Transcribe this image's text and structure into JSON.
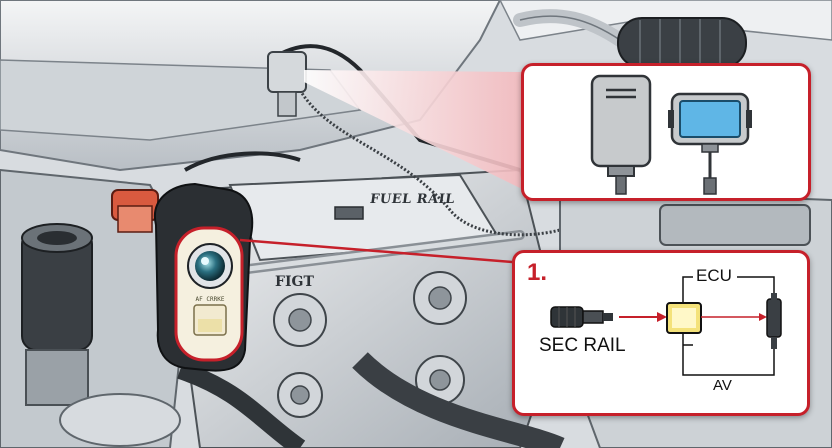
{
  "engine_labels": {
    "fuel_rail": "FUEL RAIL",
    "figt": "FIGT"
  },
  "gauge": {
    "readout_text": "AF CRRKE"
  },
  "callout_connector": {
    "icons": [
      "sensor-module-icon",
      "display-module-icon"
    ]
  },
  "callout_wiring": {
    "step": "1.",
    "ecu_label": "ECU",
    "sec_rail_label": "SEC RAIL",
    "av_label": "AV"
  },
  "colors": {
    "accent": "#c6202a",
    "screen_blue": "#5fb6e6",
    "screen_yellow": "#f4e27a",
    "engine_metal": "#c9ced3"
  }
}
